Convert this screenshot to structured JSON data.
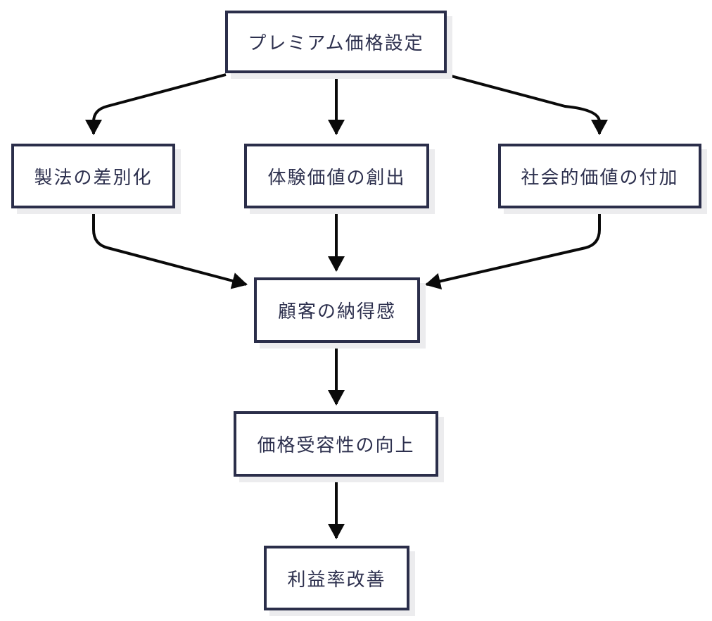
{
  "diagram": {
    "type": "flowchart",
    "direction": "top-down",
    "nodes": {
      "premium": {
        "label": "プレミアム価格設定"
      },
      "method": {
        "label": "製法の差別化"
      },
      "experience": {
        "label": "体験価値の創出"
      },
      "social": {
        "label": "社会的価値の付加"
      },
      "customer": {
        "label": "顧客の納得感"
      },
      "price": {
        "label": "価格受容性の向上"
      },
      "profit": {
        "label": "利益率改善"
      }
    },
    "edges": [
      {
        "from": "premium",
        "to": "method"
      },
      {
        "from": "premium",
        "to": "experience"
      },
      {
        "from": "premium",
        "to": "social"
      },
      {
        "from": "method",
        "to": "customer"
      },
      {
        "from": "experience",
        "to": "customer"
      },
      {
        "from": "social",
        "to": "customer"
      },
      {
        "from": "customer",
        "to": "price"
      },
      {
        "from": "price",
        "to": "profit"
      }
    ],
    "colors": {
      "background": "#ffffff",
      "node_fill": "#ffffff",
      "node_border": "#2b2e4a",
      "node_text": "#2d304e",
      "node_shadow": "#ececee",
      "arrow": "#0a0a0a"
    }
  }
}
